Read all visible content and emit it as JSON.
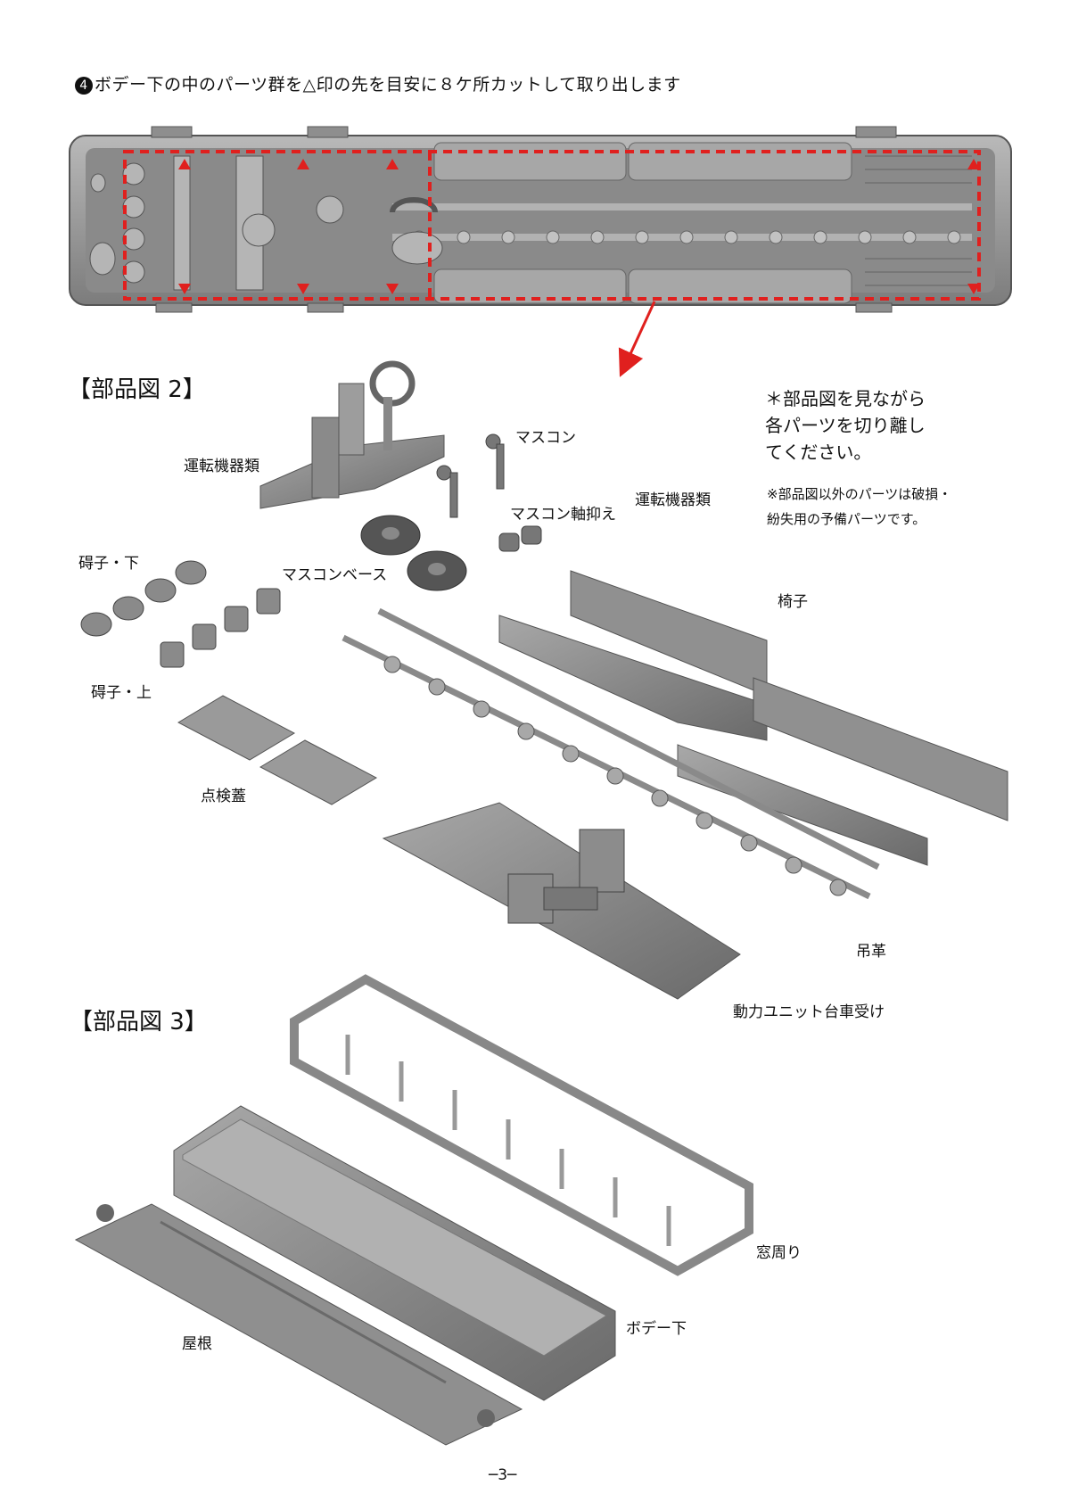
{
  "instruction": {
    "step_number": "4",
    "text": "ボデー下の中のパーツ群を△印の先を目安に８ケ所カットして取り出します"
  },
  "sections": {
    "parts2_title": "【部品図 2】",
    "parts3_title": "【部品図 3】"
  },
  "notes": {
    "main_line1": "＊部品図を見ながら",
    "main_line2": "各パーツを切り離し",
    "main_line3": "てください。",
    "sub_line1": "※部品図以外のパーツは破損・",
    "sub_line2": "紛失用の予備パーツです。"
  },
  "labels": {
    "driving_equipment_left": "運転機器類",
    "driving_equipment_right": "運転機器類",
    "master_controller": "マスコン",
    "master_controller_shaft": "マスコン軸抑え",
    "master_controller_base": "マスコンベース",
    "insulator_lower": "碍子・下",
    "insulator_upper": "碍子・上",
    "inspection_lid": "点検蓋",
    "seats": "椅子",
    "straps": "吊革",
    "power_unit_bogie_holder": "動力ユニット台車受け",
    "window_frame": "窓周り",
    "body_lower": "ボデー下",
    "roof": "屋根"
  },
  "page_number": "─3─",
  "colors": {
    "cut_marker": "#e0201e",
    "part_gray": "#9a9a9a",
    "part_dark": "#6e6e6e"
  }
}
